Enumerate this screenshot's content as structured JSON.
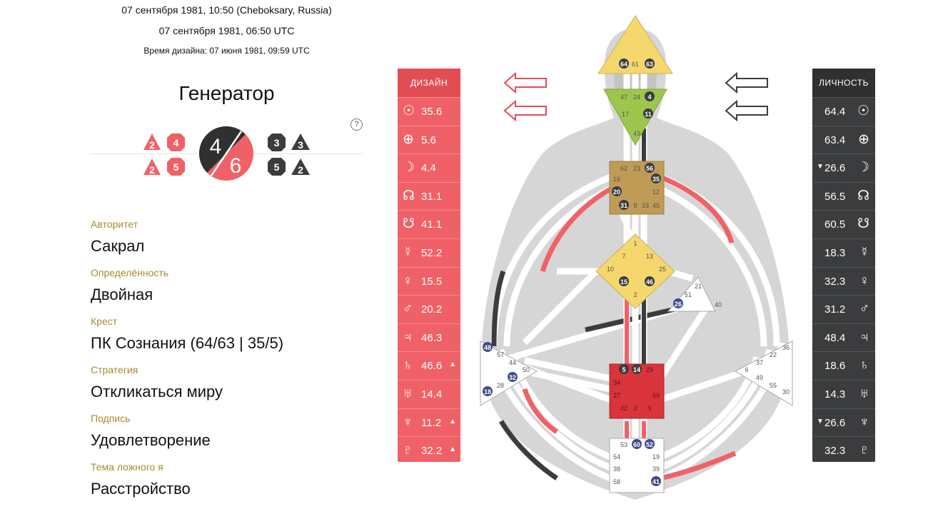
{
  "header": {
    "birth_local": "07 сентября 1981, 10:50 (Cheboksary, Russia)",
    "birth_utc": "07 сентября 1981, 06:50 UTC",
    "design_time": "Время дизайна: 07 июня 1981, 09:59 UTC"
  },
  "type": "Генератор",
  "help": "?",
  "profile": {
    "top": "4",
    "bottom": "6",
    "left_arrows": [
      {
        "tri": "2",
        "oct": "4"
      },
      {
        "tri": "2",
        "oct": "5"
      }
    ],
    "right_arrows": [
      {
        "oct": "3",
        "tri": "3"
      },
      {
        "oct": "5",
        "tri": "2"
      }
    ]
  },
  "properties": [
    {
      "label": "Авторитет",
      "value": "Сакрал"
    },
    {
      "label": "Определённость",
      "value": "Двойная"
    },
    {
      "label": "Крест",
      "value": "ПК Сознания (64/63 | 35/5)"
    },
    {
      "label": "Стратегия",
      "value": "Откликаться миру"
    },
    {
      "label": "Подпись",
      "value": "Удовлетворение"
    },
    {
      "label": "Тема ложного я",
      "value": "Расстройство"
    }
  ],
  "design": {
    "title": "ДИЗАЙН",
    "rows": [
      {
        "symbol": "☉",
        "value": "35.6",
        "mark": ""
      },
      {
        "symbol": "⊕",
        "value": "5.6",
        "mark": ""
      },
      {
        "symbol": "☽",
        "value": "4.4",
        "mark": ""
      },
      {
        "symbol": "☊",
        "value": "31.1",
        "mark": ""
      },
      {
        "symbol": "☋",
        "value": "41.1",
        "mark": ""
      },
      {
        "symbol": "☿",
        "value": "52.2",
        "mark": ""
      },
      {
        "symbol": "♀",
        "value": "15.5",
        "mark": ""
      },
      {
        "symbol": "♂",
        "value": "20.2",
        "mark": ""
      },
      {
        "symbol": "♃",
        "value": "46.3",
        "mark": ""
      },
      {
        "symbol": "♄",
        "value": "46.6",
        "mark": "▲"
      },
      {
        "symbol": "♅",
        "value": "14.4",
        "mark": ""
      },
      {
        "symbol": "♆",
        "value": "11.2",
        "mark": "▲"
      },
      {
        "symbol": "♇",
        "value": "32.2",
        "mark": "▲"
      }
    ]
  },
  "personality": {
    "title": "ЛИЧНОСТЬ",
    "rows": [
      {
        "symbol": "☉",
        "value": "64.4",
        "mark": ""
      },
      {
        "symbol": "⊕",
        "value": "63.4",
        "mark": ""
      },
      {
        "symbol": "☽",
        "value": "26.6",
        "mark": "▼"
      },
      {
        "symbol": "☊",
        "value": "56.5",
        "mark": ""
      },
      {
        "symbol": "☋",
        "value": "60.5",
        "mark": ""
      },
      {
        "symbol": "☿",
        "value": "18.3",
        "mark": ""
      },
      {
        "symbol": "♀",
        "value": "32.3",
        "mark": ""
      },
      {
        "symbol": "♂",
        "value": "31.2",
        "mark": ""
      },
      {
        "symbol": "♃",
        "value": "48.4",
        "mark": ""
      },
      {
        "symbol": "♄",
        "value": "18.6",
        "mark": ""
      },
      {
        "symbol": "♅",
        "value": "14.3",
        "mark": ""
      },
      {
        "symbol": "♆",
        "value": "26.6",
        "mark": "▼"
      },
      {
        "symbol": "♇",
        "value": "32.3",
        "mark": ""
      }
    ]
  },
  "centers": {
    "head": [
      "64",
      "61",
      "63"
    ],
    "ajna": [
      "47",
      "24",
      "4",
      "17",
      "11",
      "43"
    ],
    "throat": [
      "62",
      "23",
      "56",
      "16",
      "35",
      "20",
      "12",
      "31",
      "8",
      "33",
      "45"
    ],
    "g": [
      "1",
      "7",
      "13",
      "10",
      "25",
      "15",
      "46",
      "2"
    ],
    "ego": [
      "21",
      "51",
      "26",
      "40"
    ],
    "spleen": [
      "48",
      "57",
      "44",
      "50",
      "32",
      "28",
      "18"
    ],
    "solar": [
      "36",
      "22",
      "37",
      "6",
      "49",
      "55",
      "30"
    ],
    "sacral": [
      "5",
      "14",
      "29",
      "34",
      "27",
      "59",
      "42",
      "3",
      "9"
    ],
    "root": [
      "53",
      "60",
      "52",
      "54",
      "19",
      "38",
      "39",
      "58",
      "41"
    ]
  },
  "colors": {
    "design": "#f06167",
    "personality": "#3b3c3e",
    "accent_label": "#a88a2c",
    "head": "#f5d76e",
    "ajna": "#9cc74c",
    "throat": "#bf9b55",
    "g": "#f5d76e",
    "sacral": "#d9343b"
  }
}
